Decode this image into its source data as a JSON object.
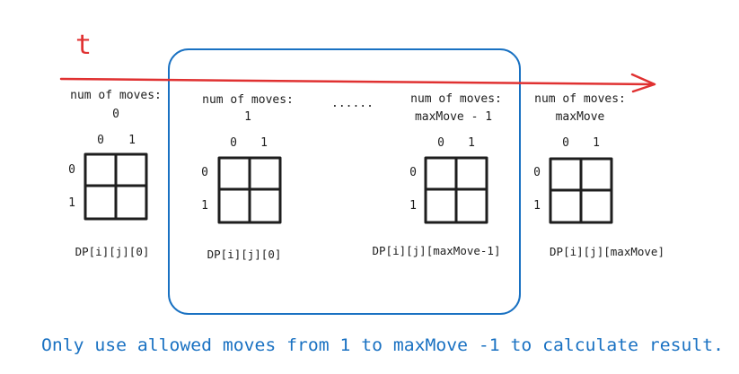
{
  "time_label": "t",
  "ellipsis": "......",
  "blocks": [
    {
      "line1": "num of moves:",
      "line2": "0",
      "cols": [
        "0",
        "1"
      ],
      "rows": [
        "0",
        "1"
      ],
      "caption": "DP[i][j][0]"
    },
    {
      "line1": "num of moves:",
      "line2": "1",
      "cols": [
        "0",
        "1"
      ],
      "rows": [
        "0",
        "1"
      ],
      "caption": "DP[i][j][0]"
    },
    {
      "line1": "num of moves:",
      "line2": "maxMove - 1",
      "cols": [
        "0",
        "1"
      ],
      "rows": [
        "0",
        "1"
      ],
      "caption": "DP[i][j][maxMove-1]"
    },
    {
      "line1": "num of moves:",
      "line2": "maxMove",
      "cols": [
        "0",
        "1"
      ],
      "rows": [
        "0",
        "1"
      ],
      "caption": "DP[i][j][maxMove]"
    }
  ],
  "note": "Only use allowed moves from 1 to maxMove -1 to calculate result.",
  "colors": {
    "arrow": "#e03131",
    "box": "#1971c2",
    "ink": "#1e1e1e",
    "note": "#1971c2"
  }
}
